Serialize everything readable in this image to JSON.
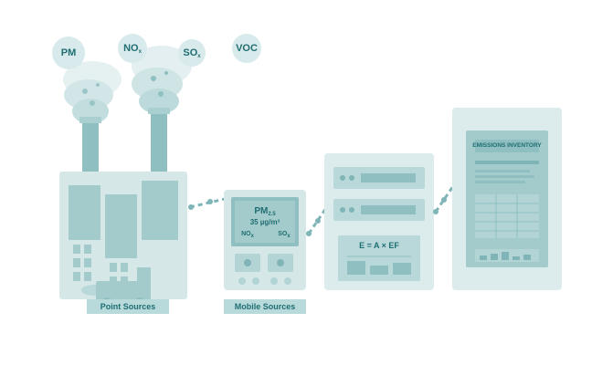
{
  "pollutants": {
    "pm": "PM",
    "nox": {
      "base": "NO",
      "sub": "x"
    },
    "sox": {
      "base": "SO",
      "sub": "x"
    },
    "voc": "VOC"
  },
  "mobile_sensor": {
    "pm_line": {
      "base": "PM",
      "sub": "2.5"
    },
    "reading": "35 µg/m³",
    "nox": {
      "base": "NO",
      "sub": "x"
    },
    "sox": {
      "base": "SO",
      "sub": "x"
    }
  },
  "formula": "E = A × EF",
  "report_title": "EMISSIONS INVENTORY",
  "labels": {
    "point_sources": "Point Sources",
    "mobile_sources": "Mobile Sources"
  },
  "colors": {
    "teal_dark": "#1f6e72",
    "teal_mid": "#8fbfc1",
    "teal_light": "#d3e6e7",
    "panel": "#dcebec"
  }
}
